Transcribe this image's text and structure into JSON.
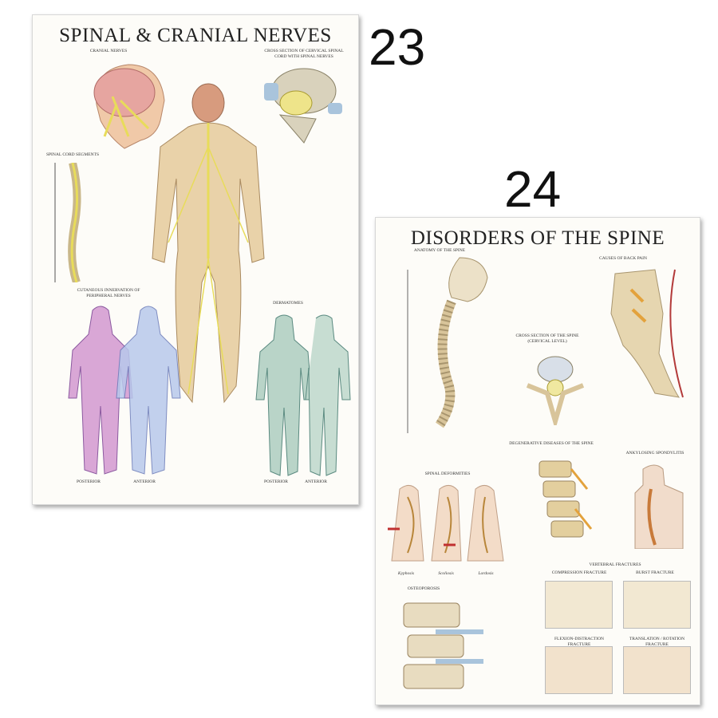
{
  "poster_numbers": [
    "23",
    "24"
  ],
  "poster1": {
    "title": "SPINAL & CRANIAL NERVES",
    "sections": {
      "cranial": "CRANIAL NERVES",
      "cross_section": "CROSS SECTION OF CERVICAL SPINAL CORD WITH SPINAL NERVES",
      "segments": "SPINAL CORD SEGMENTS",
      "cutaneous": "CUTANEOUS INNERVATION OF PERIPHERAL NERVES",
      "dermatomes": "DERMATOMES"
    },
    "views": {
      "posterior": "POSTERIOR",
      "anterior": "ANTERIOR"
    }
  },
  "poster2": {
    "title": "DISORDERS OF THE SPINE",
    "sections": {
      "anatomy": "ANATOMY OF THE SPINE",
      "back_pain": "CAUSES OF BACK PAIN",
      "cross_section": "CROSS SECTION OF THE SPINE (CERVICAL LEVEL)",
      "degenerative": "DEGENERATIVE DISEASES OF THE SPINE",
      "ankylosing": "ANKYLOSING SPONDYLITIS",
      "deformities": "SPINAL DEFORMITIES",
      "fractures": "VERTEBRAL FRACTURES",
      "osteoporosis": "OSTEOPOROSIS",
      "compression": "COMPRESSION FRACTURE",
      "burst": "BURST FRACTURE",
      "flexion": "FLEXION-DISTRACTION FRACTURE",
      "translation": "TRANSLATION / ROTATION FRACTURE"
    },
    "deformity_labels": [
      "Kyphosis",
      "Scoliosis",
      "Lordosis"
    ]
  }
}
